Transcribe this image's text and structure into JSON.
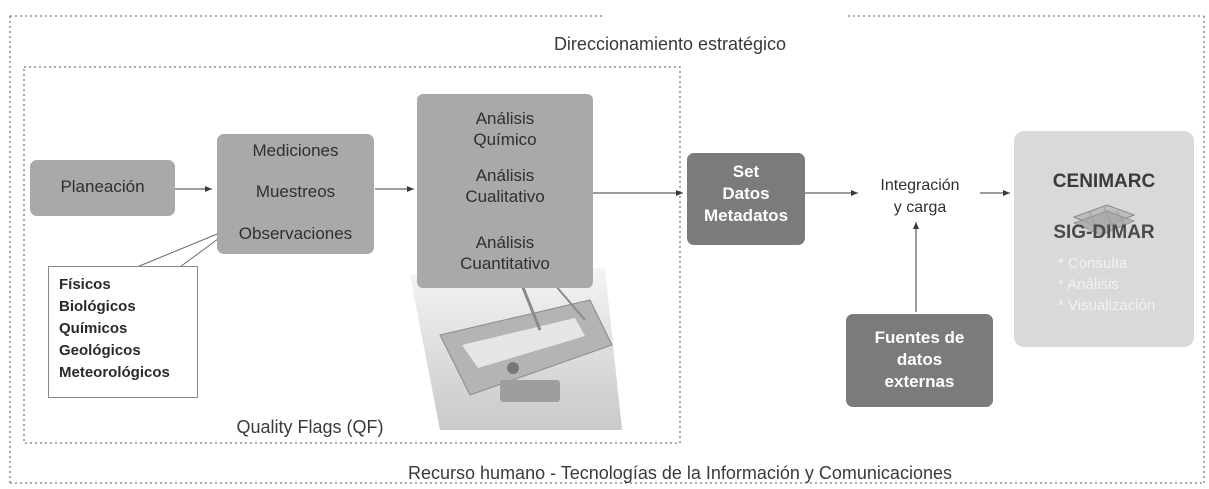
{
  "header": {
    "title": "Direccionamiento estratégico"
  },
  "footer": {
    "title": "Recurso humano -  Tecnologías de la Información y Comunicaciones"
  },
  "inner_frame": {
    "label": "Quality Flags (QF)"
  },
  "nodes": {
    "planeacion": "Planeación",
    "mediciones": "Mediciones",
    "muestreos": "Muestreos",
    "observaciones": "Observaciones",
    "analisis_quimico": [
      "Análisis",
      "Químico"
    ],
    "analisis_cualitativo": [
      "Análisis",
      "Cualitativo"
    ],
    "analisis_cuantitativo": [
      "Análisis",
      "Cuantitativo"
    ],
    "set_datos": [
      "Set",
      "Datos",
      "Metadatos"
    ],
    "integracion": [
      "Integración",
      "y carga"
    ],
    "fuentes": [
      "Fuentes de",
      "datos",
      "externas"
    ],
    "cenimarc": "CENIMARC",
    "sig_dimar": "SIG-DIMAR",
    "sig_items": [
      "* Consulta",
      "* Análisis",
      "* Visualización"
    ]
  },
  "categories": [
    "Físicos",
    "Biológicos",
    "Químicos",
    "Geológicos",
    "Meteorológicos"
  ],
  "colors": {
    "box_gray": "#a9a9a9",
    "box_dark": "#7b7b7b",
    "box_light": "#d9d9d9",
    "text": "#3a3a3a"
  }
}
